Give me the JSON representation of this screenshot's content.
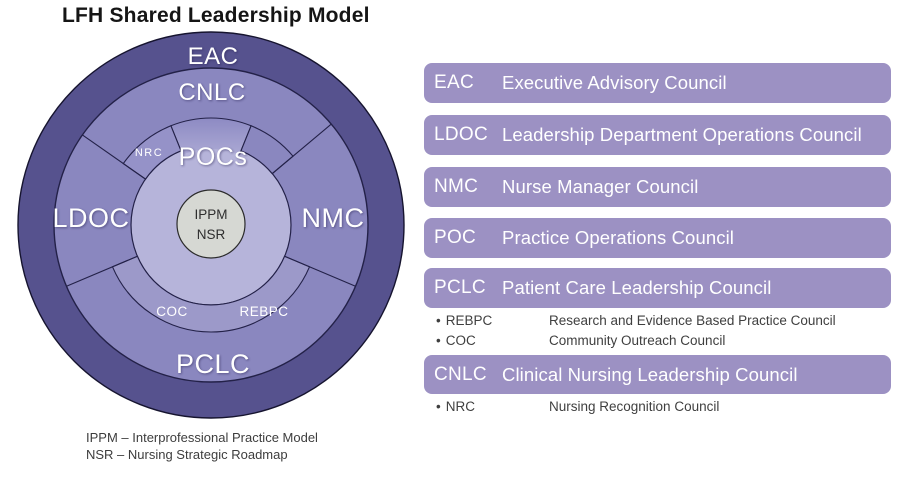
{
  "title": "LFH Shared Leadership Model",
  "diagram": {
    "ring_labels": {
      "outer": "EAC",
      "ring2_top": "CNLC",
      "ring2_left": "LDOC",
      "ring2_right": "NMC",
      "ring2_bottom": "PCLC",
      "wedge": "POCs",
      "nrc": "NRC",
      "coc": "COC",
      "rebpc": "REBPC"
    },
    "center": {
      "line1": "IPPM",
      "line2": "NSR"
    }
  },
  "footnotes": {
    "line1": "IPPM – Interprofessional Practice Model",
    "line2": "NSR – Nursing Strategic Roadmap"
  },
  "legend": {
    "bars": [
      {
        "abbr": "EAC",
        "name": "Executive Advisory Council"
      },
      {
        "abbr": "LDOC",
        "name": "Leadership Department Operations Council"
      },
      {
        "abbr": "NMC",
        "name": "Nurse Manager Council"
      },
      {
        "abbr": "POC",
        "name": "Practice Operations Council"
      },
      {
        "abbr": "PCLC",
        "name": "Patient Care Leadership Council"
      },
      {
        "abbr": "CNLC",
        "name": "Clinical Nursing Leadership Council"
      }
    ],
    "sub_items": [
      {
        "bullet": "•",
        "abbr": "REBPC",
        "name": "Research and Evidence Based Practice Council"
      },
      {
        "bullet": "•",
        "abbr": "COC",
        "name": "Community Outreach Council"
      },
      {
        "bullet": "•",
        "abbr": "NRC",
        "name": "Nursing Recognition Council"
      }
    ]
  },
  "colors": {
    "outer_ring": "#56528e",
    "mid_ring": "#8a87bf",
    "nrc_segment": "#9592c8",
    "right_segment": "#8a87bf",
    "bottom_segment": "#9c99c9",
    "inner_circle": "#b6b4da",
    "wedge_top": "#8d8ac3",
    "wedge_bottom": "#b6b4da",
    "center_circle": "#d6d8d3",
    "stroke": "#232148",
    "legend_bar": "#9c91c3",
    "sub_text": "#3f3f3f"
  }
}
